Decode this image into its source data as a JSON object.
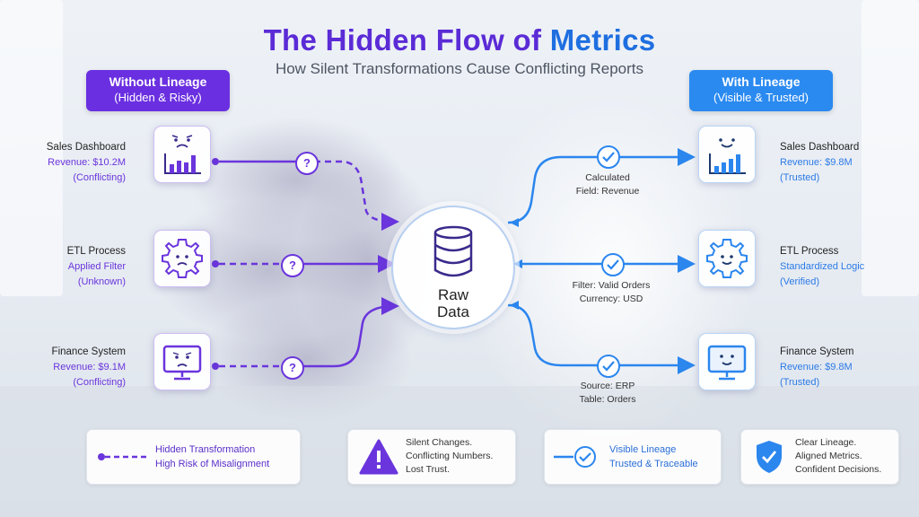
{
  "title": {
    "main": "The Hidden Flow of",
    "accent": "Metrics"
  },
  "subtitle": "How Silent Transformations Cause Conflicting Reports",
  "left_tag": {
    "line1": "Without Lineage",
    "line2": "(Hidden & Risky)"
  },
  "right_tag": {
    "line1": "With Lineage",
    "line2": "(Visible & Trusted)"
  },
  "left_nodes": [
    {
      "name": "Sales Dashboard",
      "value": "Revenue: $10.2M",
      "status": "(Conflicting)",
      "icon": "worried-bar-chart-icon"
    },
    {
      "name": "ETL Process",
      "value": "Applied Filter",
      "status": "(Unknown)",
      "icon": "worried-gear-icon"
    },
    {
      "name": "Finance System",
      "value": "Revenue: $9.1M",
      "status": "(Conflicting)",
      "icon": "worried-monitor-icon"
    }
  ],
  "right_nodes": [
    {
      "name": "Sales Dashboard",
      "value": "Revenue: $9.8M",
      "status": "(Trusted)",
      "icon": "happy-bar-chart-icon"
    },
    {
      "name": "ETL Process",
      "value": "Standardized Logic",
      "status": "(Verified)",
      "icon": "happy-gear-icon"
    },
    {
      "name": "Finance System",
      "value": "Revenue: $9.8M",
      "status": "(Trusted)",
      "icon": "happy-monitor-icon"
    }
  ],
  "center": {
    "line1": "Raw",
    "line2": "Data",
    "icon": "database-icon"
  },
  "question_mark": "?",
  "flow_notes": [
    {
      "line1": "Calculated",
      "line2": "Field: Revenue"
    },
    {
      "line1": "Filter: Valid Orders",
      "line2": "Currency: USD"
    },
    {
      "line1": "Source: ERP",
      "line2": "Table: Orders"
    }
  ],
  "legend": [
    {
      "line1": "Hidden Transformation",
      "line2": "High Risk of Misalignment",
      "icon": "dashed-line-icon"
    },
    {
      "line1": "Silent Changes.",
      "line2": "Conflicting Numbers.",
      "line3": "Lost Trust.",
      "icon": "warning-icon"
    },
    {
      "line1": "Visible Lineage",
      "line2": "Trusted & Traceable",
      "icon": "check-line-icon"
    },
    {
      "line1": "Clear Lineage.",
      "line2": "Aligned Metrics.",
      "line3": "Confident Decisions.",
      "icon": "shield-check-icon"
    }
  ],
  "colors": {
    "purple": "#6a35dc",
    "blue": "#2b86ee",
    "title_purple": "#5b2bd6",
    "title_blue": "#1f6fe0"
  }
}
